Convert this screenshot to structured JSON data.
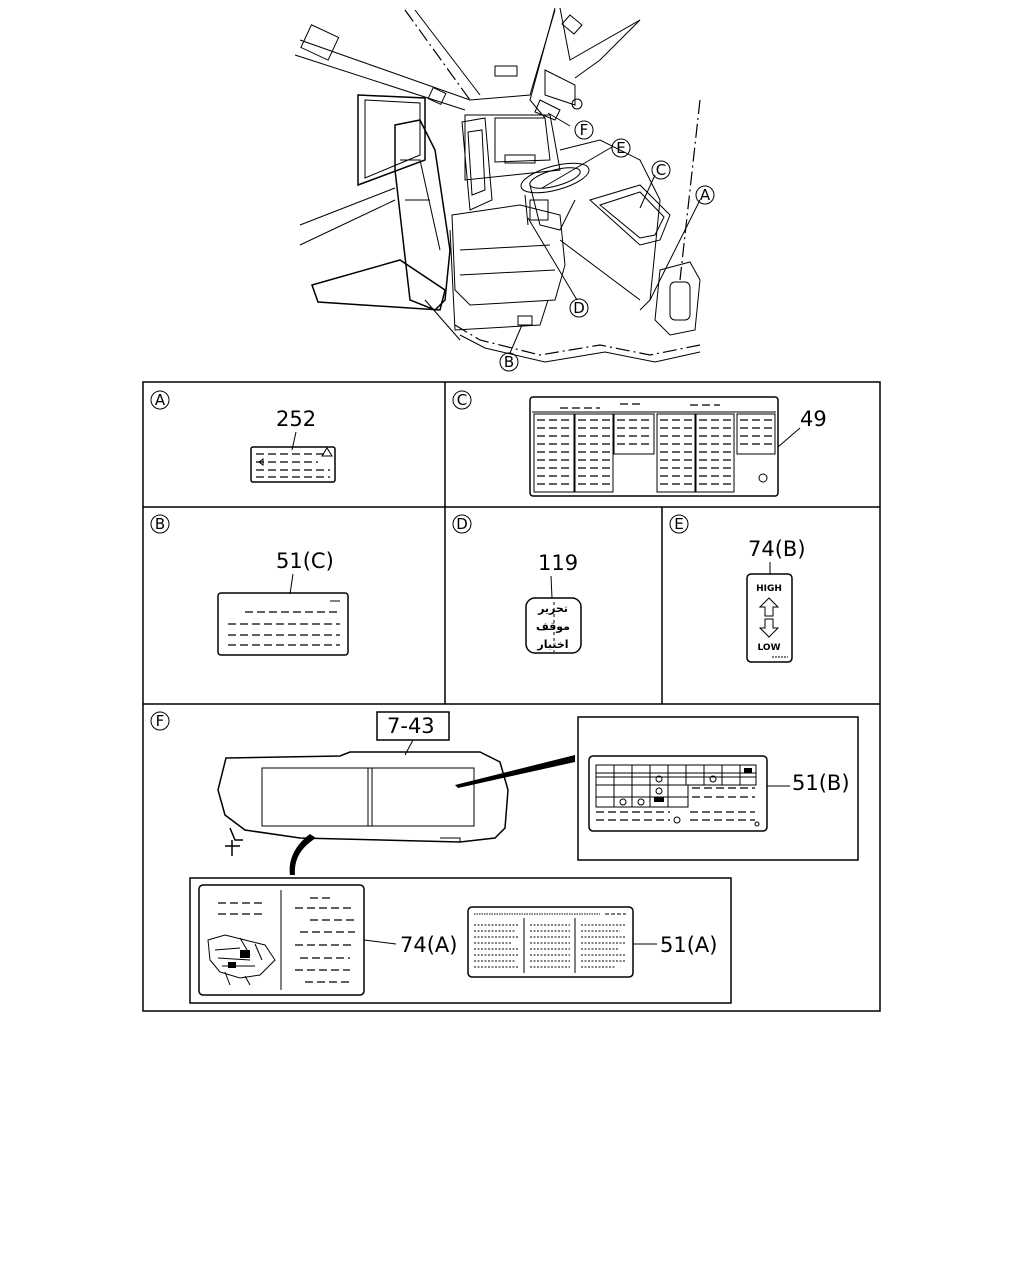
{
  "overview": {
    "callouts": [
      {
        "key": "a",
        "letter": "A"
      },
      {
        "key": "b",
        "letter": "B"
      },
      {
        "key": "c",
        "letter": "C"
      },
      {
        "key": "d",
        "letter": "D"
      },
      {
        "key": "e",
        "letter": "E"
      },
      {
        "key": "f",
        "letter": "F"
      }
    ]
  },
  "panels": {
    "a": {
      "letter": "A",
      "part_no": "252"
    },
    "b": {
      "letter": "B",
      "part_no": "51(C)"
    },
    "c": {
      "letter": "C",
      "part_no": "49"
    },
    "d": {
      "letter": "D",
      "part_no": "119",
      "lines": [
        "تحرير",
        "موقف",
        "اختبار"
      ]
    },
    "e": {
      "letter": "E",
      "part_no": "74(B)",
      "high": "HIGH",
      "low": "LOW"
    },
    "f": {
      "letter": "F",
      "visor_part": "7-43",
      "label_51b": "51(B)",
      "label_74a": "74(A)",
      "label_51a": "51(A)"
    }
  }
}
